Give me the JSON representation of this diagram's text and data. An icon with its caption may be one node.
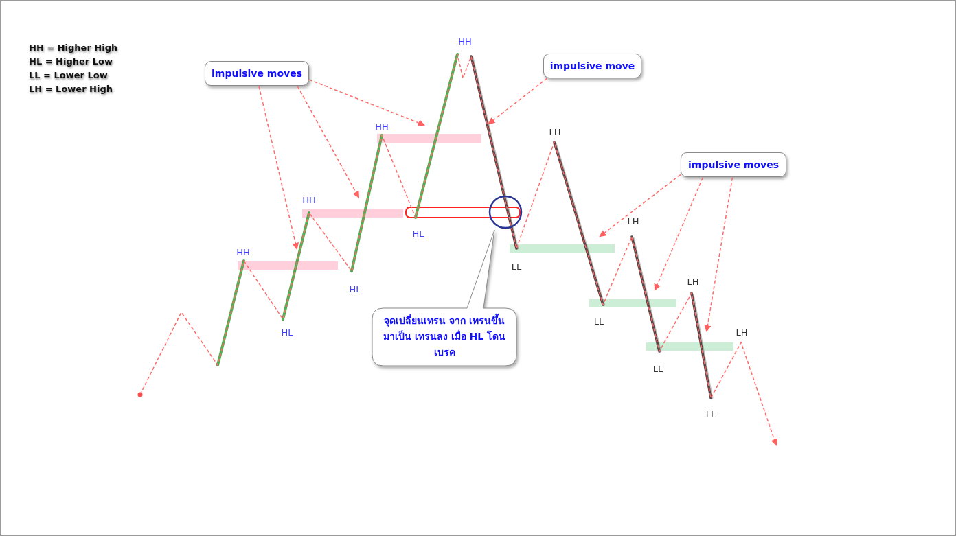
{
  "diagram": {
    "nodes": [
      {
        "text": [
          "impulsive moves"
        ]
      },
      {
        "text": [
          "impulsive move"
        ]
      },
      {
        "text": [
          "impulsive moves"
        ]
      },
      {
        "text": [
          "จุดเปลี่ยนเทรน จาก เทรนขึ้น มาเป็น เทรนลง เมื่อ HL โดนเบรค"
        ]
      }
    ],
    "edges": [
      {
        "from": 0,
        "to": null,
        "arrow": "to"
      },
      {
        "from": 0,
        "to": null,
        "arrow": "to"
      },
      {
        "from": 0,
        "to": null,
        "arrow": "to"
      },
      {
        "from": 1,
        "to": null,
        "arrow": "to"
      },
      {
        "from": 2,
        "to": null,
        "arrow": "to"
      },
      {
        "from": 2,
        "to": null,
        "arrow": "to"
      },
      {
        "from": 2,
        "to": null,
        "arrow": "to"
      }
    ],
    "labels": [
      "HH = Higher High",
      "HL = Higher Low",
      "LL = Lower Low",
      "LH = Lower High",
      "HH",
      "HH",
      "LH",
      "HH",
      "LH",
      "HL",
      "HH",
      "LL",
      "LH",
      "HL",
      "LL",
      "HL",
      "LH",
      "LL",
      "LL"
    ]
  }
}
